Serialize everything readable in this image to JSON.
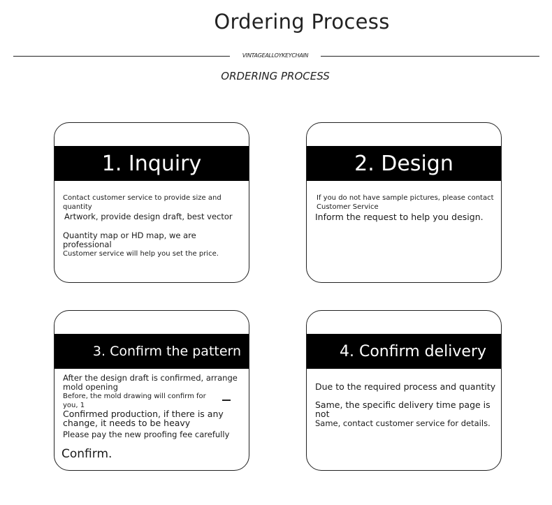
{
  "header": {
    "title": "Ordering Process",
    "rule_label": "VINTAGEALLOYKEYCHAIN",
    "subtitle": "ORDERING PROCESS"
  },
  "cards": [
    {
      "title": "1. Inquiry",
      "lines": [
        "Contact customer service to provide size and quantity",
        "Artwork, provide design draft, best vector",
        "Quantity map or HD map, we are professional",
        "Customer service will help you set the price."
      ]
    },
    {
      "title": "2. Design",
      "lines": [
        "If you do not have sample pictures, please contact Customer Service",
        "Inform the request to help you design."
      ]
    },
    {
      "title": "3. Confirm the pattern",
      "lines": [
        "After the design draft is confirmed, arrange mold opening",
        "Before, the mold drawing will confirm for you, 1",
        "Confirmed production, if there is any change, it needs to be heavy",
        "Please pay the new proofing fee carefully",
        "Confirm."
      ]
    },
    {
      "title": "4. Confirm delivery",
      "lines": [
        "Due to the required process and quantity",
        "Same, the specific delivery time page is not",
        "Same, contact customer service for details."
      ]
    }
  ]
}
